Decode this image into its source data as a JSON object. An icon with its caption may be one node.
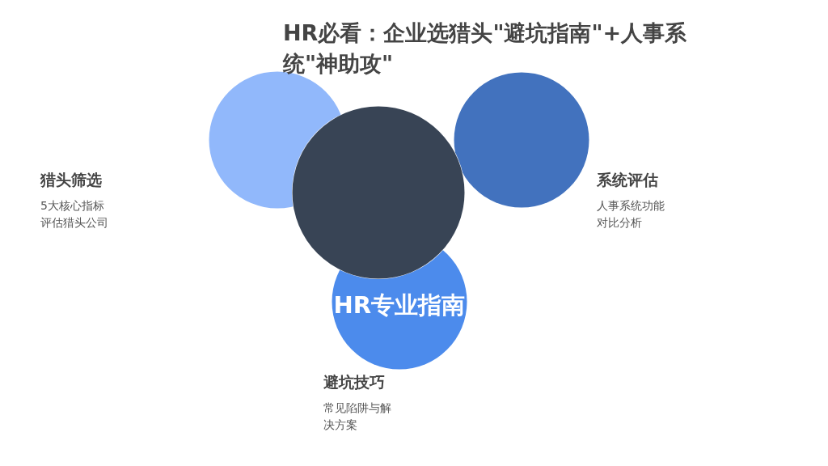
{
  "diagram": {
    "title": "HR必看：企业选猎头\"避坑指南\"+人事系统\"神助攻\"",
    "nodes": [
      {
        "text": [],
        "shape": "circle",
        "beside": [
          "猎头筛选",
          "5大核心指标评估猎头公司"
        ]
      },
      {
        "text": [],
        "shape": "circle",
        "beside": [
          "系统评估",
          "人事系统功能对比分析"
        ]
      },
      {
        "text": [],
        "shape": "circle"
      },
      {
        "text": [
          "HR专业指南"
        ],
        "beside": [
          "避坑技巧",
          "常见陷阱与解决方案"
        ]
      }
    ],
    "edges": []
  }
}
